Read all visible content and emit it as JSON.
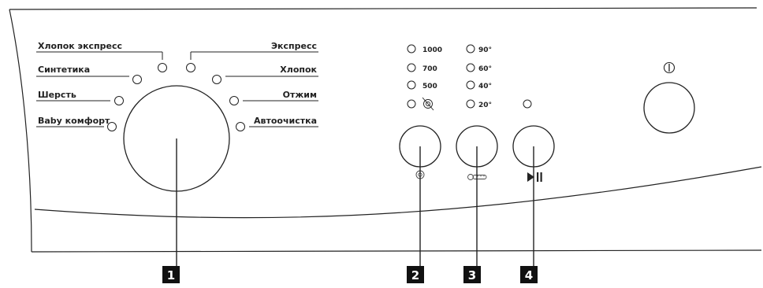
{
  "programs_left": [
    {
      "label": "Хлопок экспресс"
    },
    {
      "label": "Синтетика"
    },
    {
      "label": "Шерсть"
    },
    {
      "label": "Baby комфорт"
    }
  ],
  "programs_right": [
    {
      "label": "Экспресс"
    },
    {
      "label": "Хлопок"
    },
    {
      "label": "Отжим"
    },
    {
      "label": "Автоочистка"
    }
  ],
  "spin_speeds": [
    "1000",
    "700",
    "500"
  ],
  "temperatures": [
    "90°",
    "60°",
    "40°",
    "20°"
  ],
  "callouts": [
    "1",
    "2",
    "3",
    "4"
  ],
  "colors": {
    "line": "#222222",
    "callout_bg": "#111111"
  }
}
